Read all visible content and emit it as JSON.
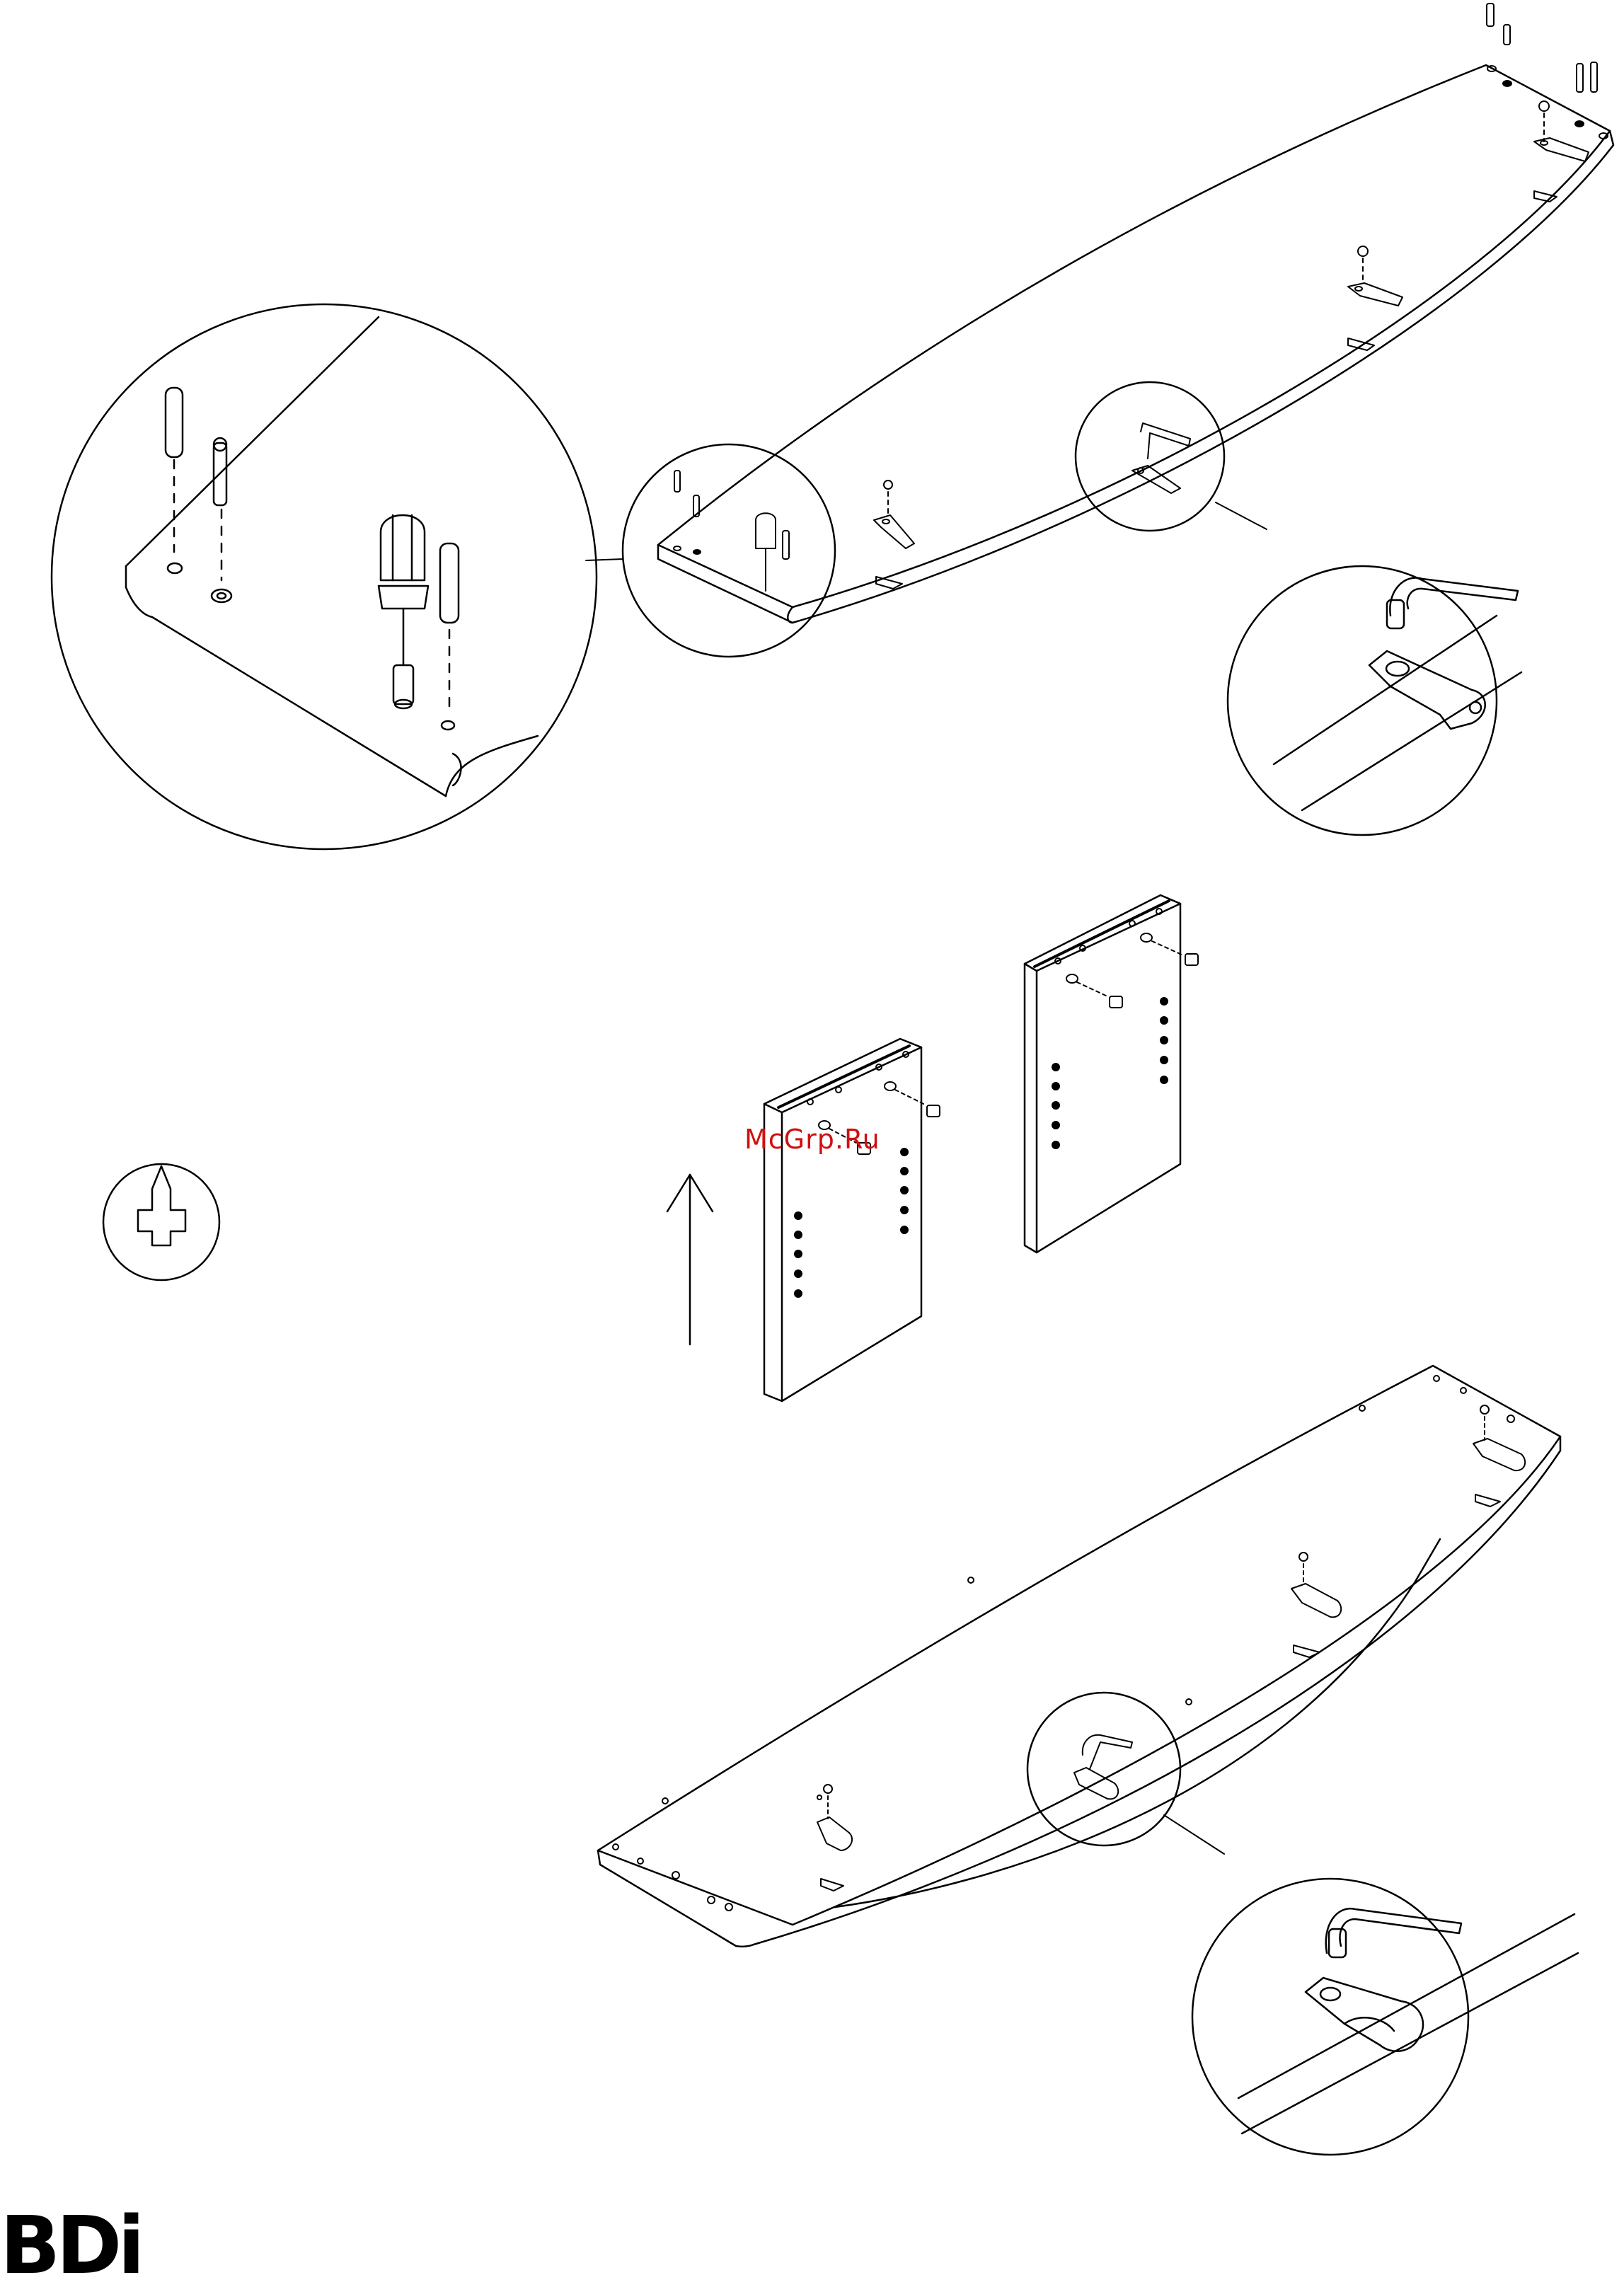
{
  "watermark": {
    "text": "McGrp.Ru",
    "color": "#d01010"
  },
  "logo": {
    "text": "BDi",
    "color": "#000000"
  },
  "arrow": {
    "direction": "up"
  }
}
